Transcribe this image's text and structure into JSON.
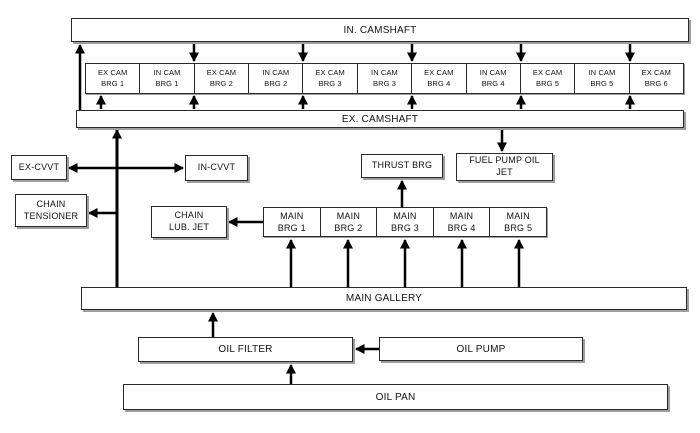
{
  "diagram": {
    "in_camshaft": {
      "label": "IN. CAMSHAFT"
    },
    "ex_camshaft": {
      "label": "EX. CAMSHAFT"
    },
    "cam_bearings": [
      {
        "line1": "EX CAM",
        "line2": "BRG 1"
      },
      {
        "line1": "IN CAM",
        "line2": "BRG 1"
      },
      {
        "line1": "EX CAM",
        "line2": "BRG 2"
      },
      {
        "line1": "IN CAM",
        "line2": "BRG 2"
      },
      {
        "line1": "EX CAM",
        "line2": "BRG 3"
      },
      {
        "line1": "IN CAM",
        "line2": "BRG 3"
      },
      {
        "line1": "EX CAM",
        "line2": "BRG 4"
      },
      {
        "line1": "IN CAM",
        "line2": "BRG 4"
      },
      {
        "line1": "EX CAM",
        "line2": "BRG 5"
      },
      {
        "line1": "IN CAM",
        "line2": "BRG 5"
      },
      {
        "line1": "EX CAM",
        "line2": "BRG 6"
      }
    ],
    "ex_cvvt": {
      "label": "EX-CVVT"
    },
    "in_cvvt": {
      "label": "IN-CVVT"
    },
    "chain_tensioner": {
      "line1": "CHAIN",
      "line2": "TENSIONER"
    },
    "chain_lub_jet": {
      "line1": "CHAIN",
      "line2": "LUB. JET"
    },
    "thrust_brg": {
      "label": "THRUST BRG"
    },
    "fuel_pump_oil_jet": {
      "line1": "FUEL PUMP OIL",
      "line2": "JET"
    },
    "main_bearings": [
      {
        "line1": "MAIN",
        "line2": "BRG 1"
      },
      {
        "line1": "MAIN",
        "line2": "BRG 2"
      },
      {
        "line1": "MAIN",
        "line2": "BRG 3"
      },
      {
        "line1": "MAIN",
        "line2": "BRG 4"
      },
      {
        "line1": "MAIN",
        "line2": "BRG 5"
      }
    ],
    "main_gallery": {
      "label": "MAIN GALLERY"
    },
    "oil_filter": {
      "label": "OIL FILTER"
    },
    "oil_pump": {
      "label": "OIL PUMP"
    },
    "oil_pan": {
      "label": "OIL PAN"
    }
  },
  "colors": {
    "background": "#ffffff",
    "box_fill": "#ffffff",
    "box_border": "#2a2a2a",
    "flow_line": "#000000",
    "text": "#111111"
  }
}
